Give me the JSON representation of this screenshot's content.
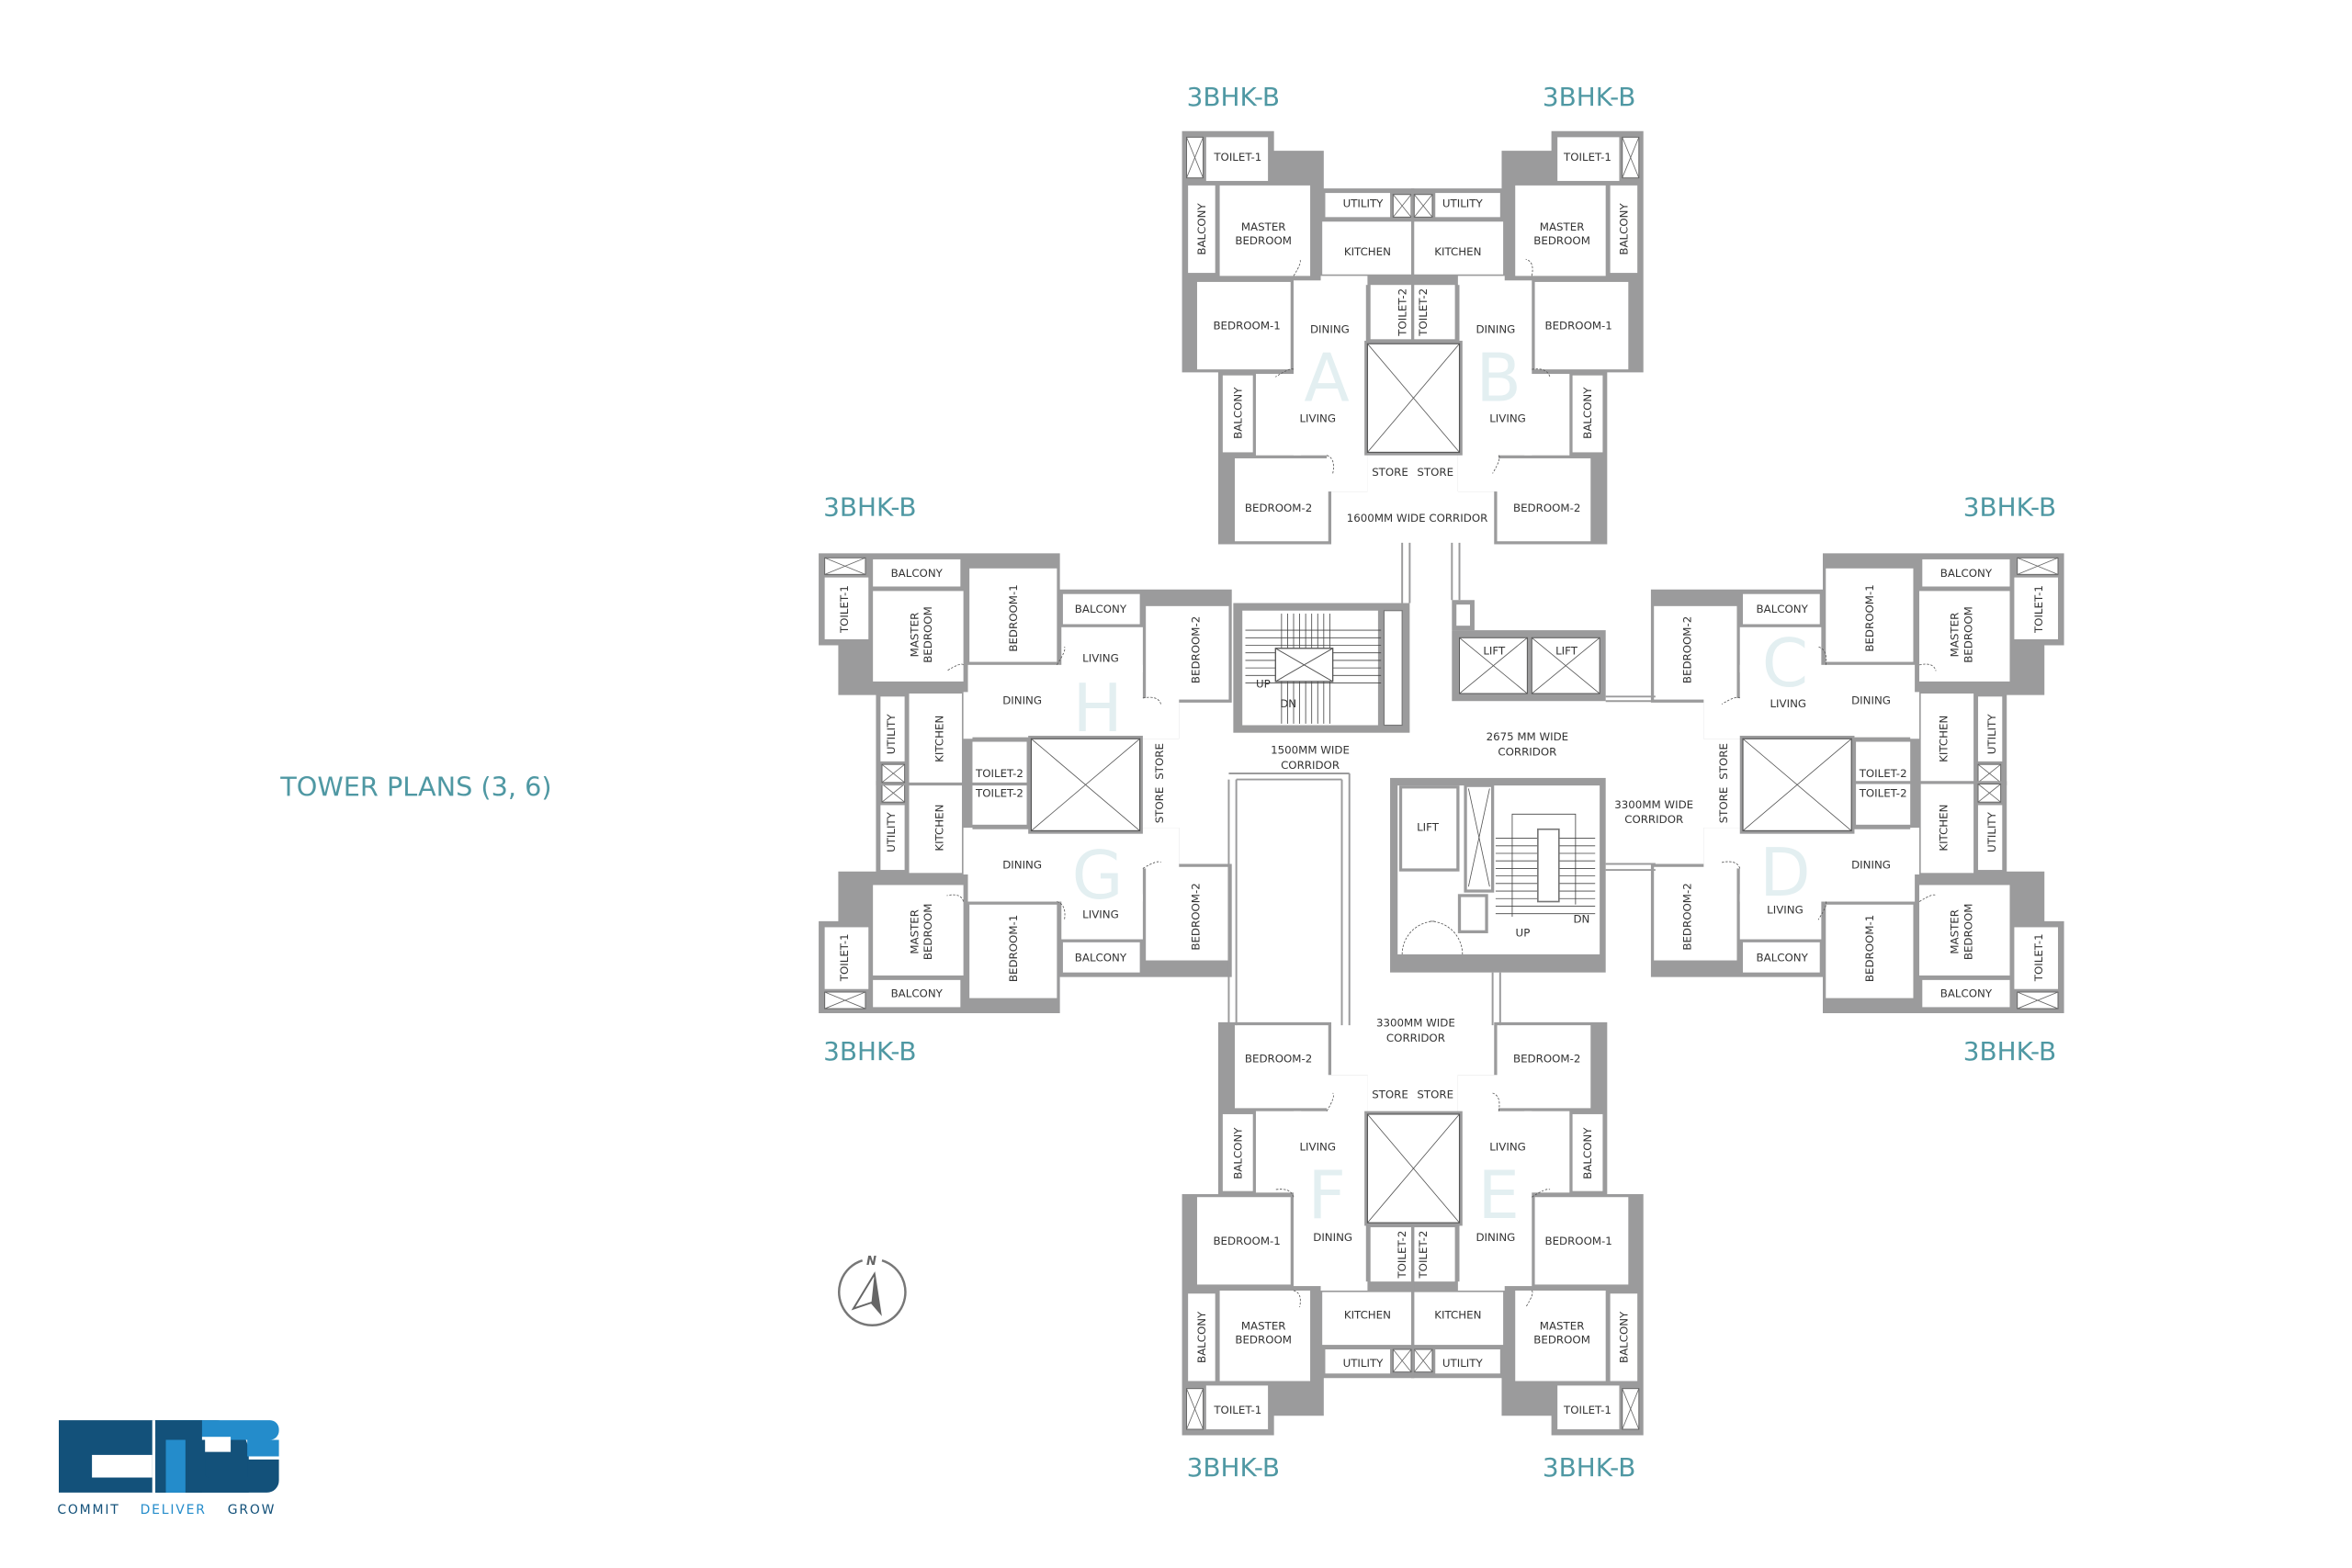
{
  "title": "TOWER PLANS (3, 6)",
  "unit_labels": [
    "3BHK-B",
    "3BHK-B",
    "3BHK-B",
    "3BHK-B",
    "3BHK-B",
    "3BHK-B",
    "3BHK-B",
    "3BHK-B"
  ],
  "wings": [
    "A",
    "B",
    "C",
    "D",
    "E",
    "F",
    "G",
    "H"
  ],
  "rooms": {
    "toilet_1": "TOILET-1",
    "master": "MASTER BEDROOM",
    "balcony": "BALCONY",
    "bedroom_1": "BEDROOM-1",
    "bedroom_2": "BEDROOM-2",
    "dining": "DINING",
    "living": "LIVING",
    "kitchen": "KITCHEN",
    "utility": "UTILITY",
    "toilet_2": "TOILET-2",
    "store": "STORE"
  },
  "corridors": {
    "top": "1600MM WIDE CORRIDOR",
    "left": [
      "1500MM WIDE",
      "CORRIDOR"
    ],
    "center": [
      "2675 MM WIDE",
      "CORRIDOR"
    ],
    "right": [
      "3300MM WIDE",
      "CORRIDOR"
    ],
    "bottom": [
      "3300MM WIDE",
      "CORRIDOR"
    ]
  },
  "core": {
    "lift": "LIFT",
    "up": "UP",
    "dn": "DN"
  },
  "compass": {
    "north": "N"
  },
  "logo": {
    "text": "DTC",
    "tagline": [
      "COMMIT",
      "DELIVER",
      "GROW"
    ]
  },
  "colors": {
    "accent": "#4f98a3",
    "wall": "#9b9b9c",
    "logo_dark": "#13517a",
    "logo_light": "#248ccb"
  }
}
